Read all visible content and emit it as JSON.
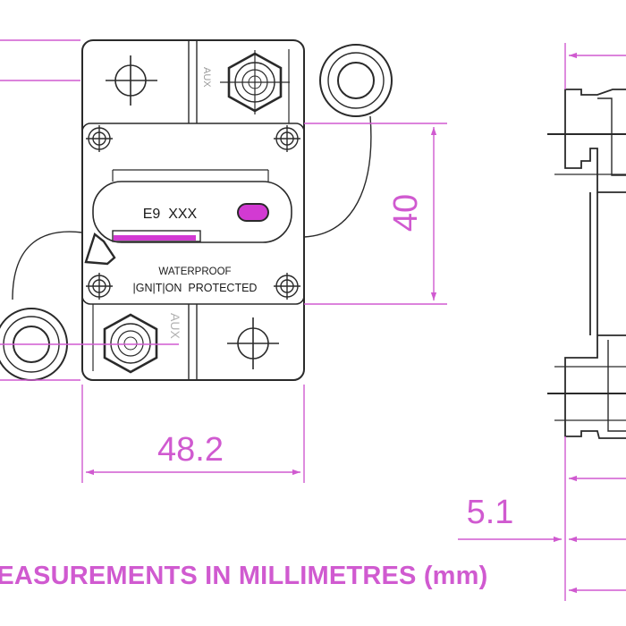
{
  "colors": {
    "dimension": "#d05ad0",
    "outline": "#2a2a2a",
    "indicator": "#d23ad2",
    "background": "#ffffff"
  },
  "labels": {
    "model": "E9  XXX",
    "waterproof": "WATERPROOF",
    "ignition": "|GN|T|ON  PROTECTED",
    "aux_left": "AUX",
    "aux_bottom": "AUX"
  },
  "dimensions": {
    "height": "40",
    "width": "48.2",
    "depth": "5.1"
  },
  "caption": "MEASUREMENTS IN MILLIMETRES (mm)",
  "icons": {
    "nut": "hex-nut-icon",
    "crosshair": "crosshair-icon",
    "screw": "screw-head-icon",
    "cap": "terminal-cap-icon"
  }
}
